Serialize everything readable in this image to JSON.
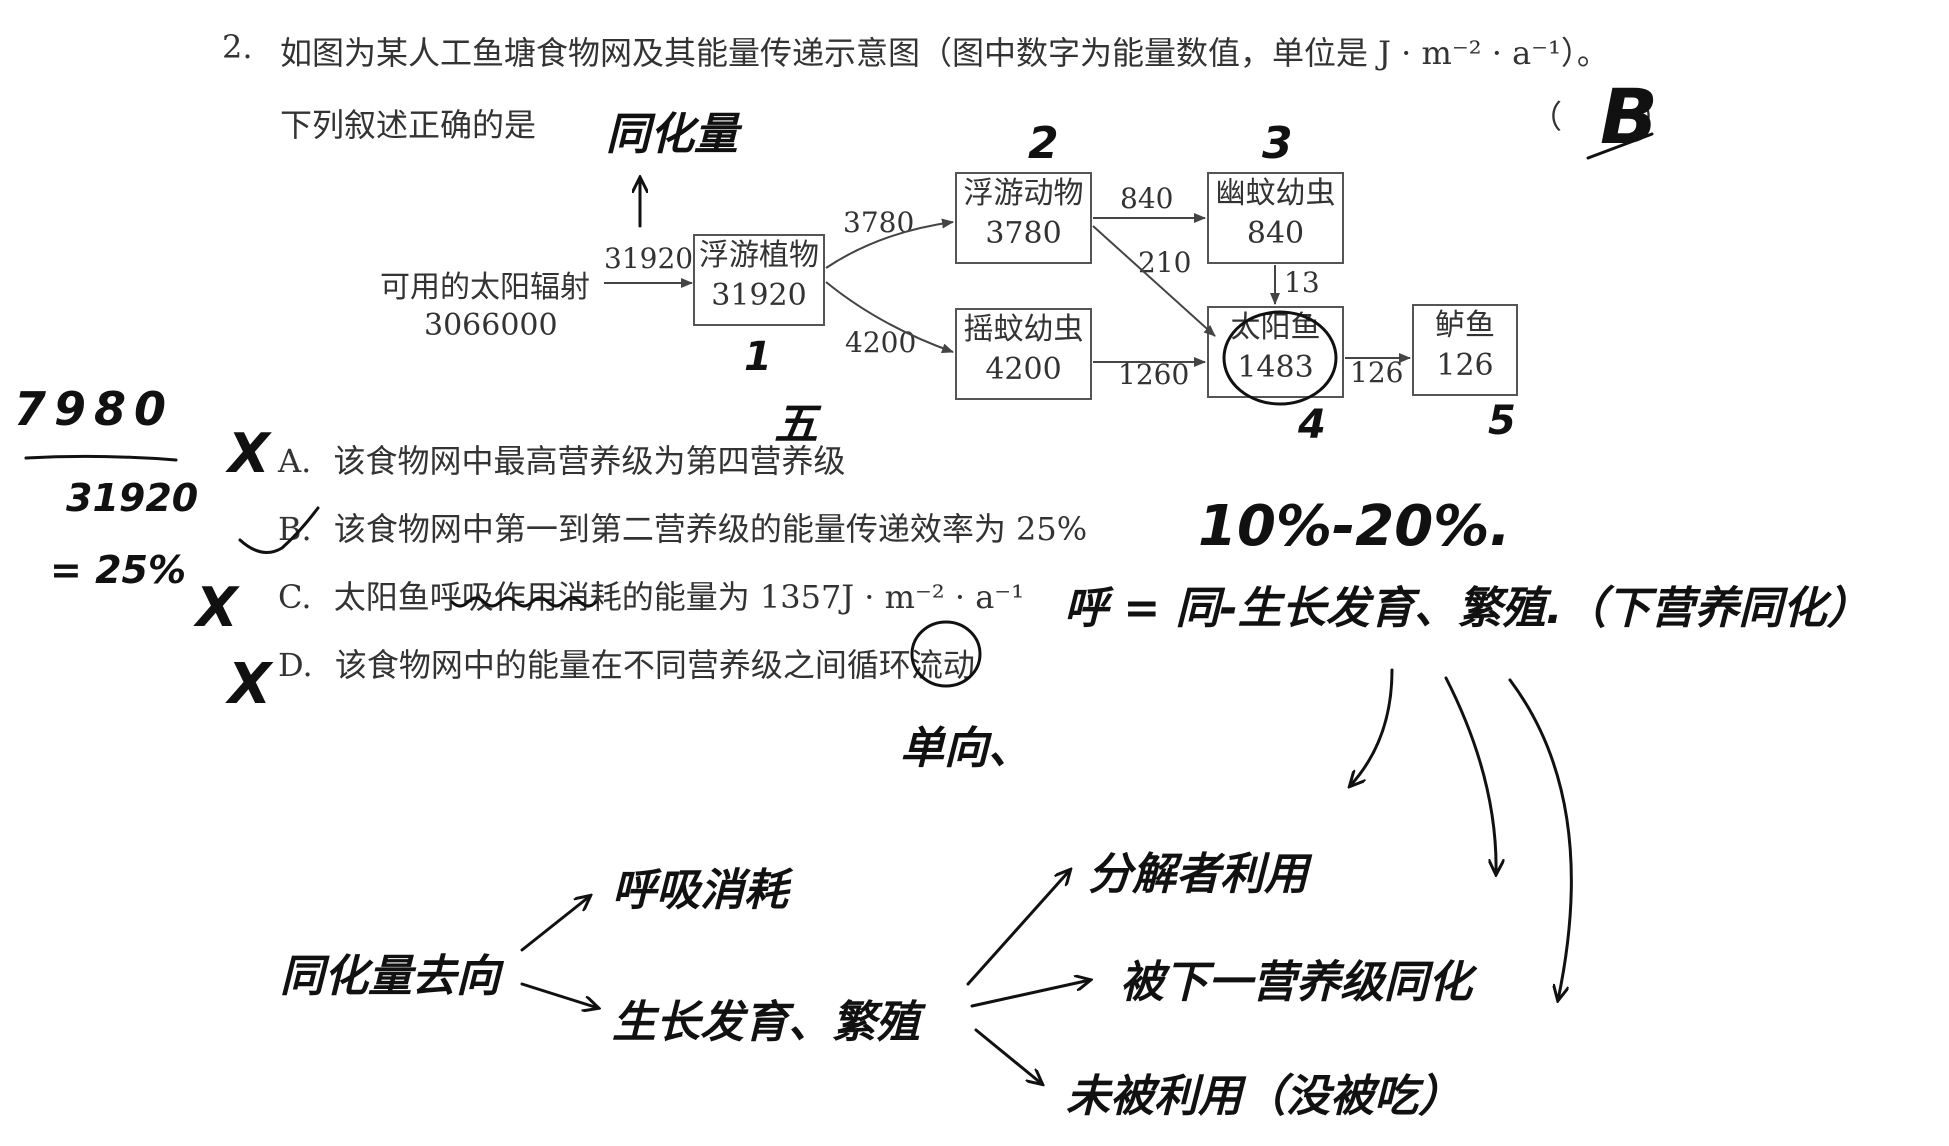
{
  "question": {
    "number": "2.",
    "stem": "如图为某人工鱼塘食物网及其能量传递示意图（图中数字为能量数值，单位是 J · m⁻² · a⁻¹）。",
    "prompt": "下列叙述正确的是",
    "answer_bracket_open": "（",
    "answer_bracket_close": "）"
  },
  "diagram": {
    "source_label": "可用的太阳辐射",
    "source_value": "3066000",
    "nodes": [
      {
        "name": "浮游植物",
        "value": "31920"
      },
      {
        "name": "浮游动物",
        "value": "3780"
      },
      {
        "name": "摇蚊幼虫",
        "value": "4200"
      },
      {
        "name": "幽蚊幼虫",
        "value": "840"
      },
      {
        "name": "太阳鱼",
        "value": "1483"
      },
      {
        "name": "鲈鱼",
        "value": "126"
      }
    ],
    "flows": {
      "sun_to_plankton": "31920",
      "plankton_to_zoo": "3780",
      "plankton_to_midge": "4200",
      "zoo_to_mosquito": "840",
      "zoo_to_sunfish": "210",
      "mosquito_to_sunfish": "13",
      "midge_to_sunfish": "1260",
      "sunfish_to_perch": "126"
    }
  },
  "options": [
    {
      "letter": "A.",
      "text": "该食物网中最高营养级为第四营养级"
    },
    {
      "letter": "B.",
      "text": "该食物网中第一到第二营养级的能量传递效率为 25%"
    },
    {
      "letter": "C.",
      "text": "太阳鱼呼吸作用消耗的能量为 1357J · m⁻² · a⁻¹"
    },
    {
      "letter": "D.",
      "text": "该食物网中的能量在不同营养级之间循环流动"
    }
  ],
  "handwriting": {
    "answer": "B",
    "assimilation_note": "同化量",
    "level_1": "1",
    "level_2": "2",
    "level_3": "3",
    "level_4": "4",
    "level_5": "5",
    "level_5_roman": "五",
    "calc_numerator": "7980",
    "calc_denominator": "31920",
    "calc_result": "= 25%",
    "efficiency_range": "10%-20%.",
    "respiration_note": "呼 = 同-生长发育、繁殖.（下营养同化）",
    "one_way_note": "单向、",
    "flow_root": "同化量去向",
    "flow_resp": "呼吸消耗",
    "flow_growth": "生长发育、繁殖",
    "flow_decomp": "分解者利用",
    "flow_next": "被下一营养级同化",
    "flow_unused": "未被利用（没被吃）",
    "mark_a": "X",
    "mark_c": "X",
    "mark_d": "X"
  },
  "colors": {
    "print_text": "#333333",
    "handwriting": "#111111",
    "box_border": "#555555"
  }
}
